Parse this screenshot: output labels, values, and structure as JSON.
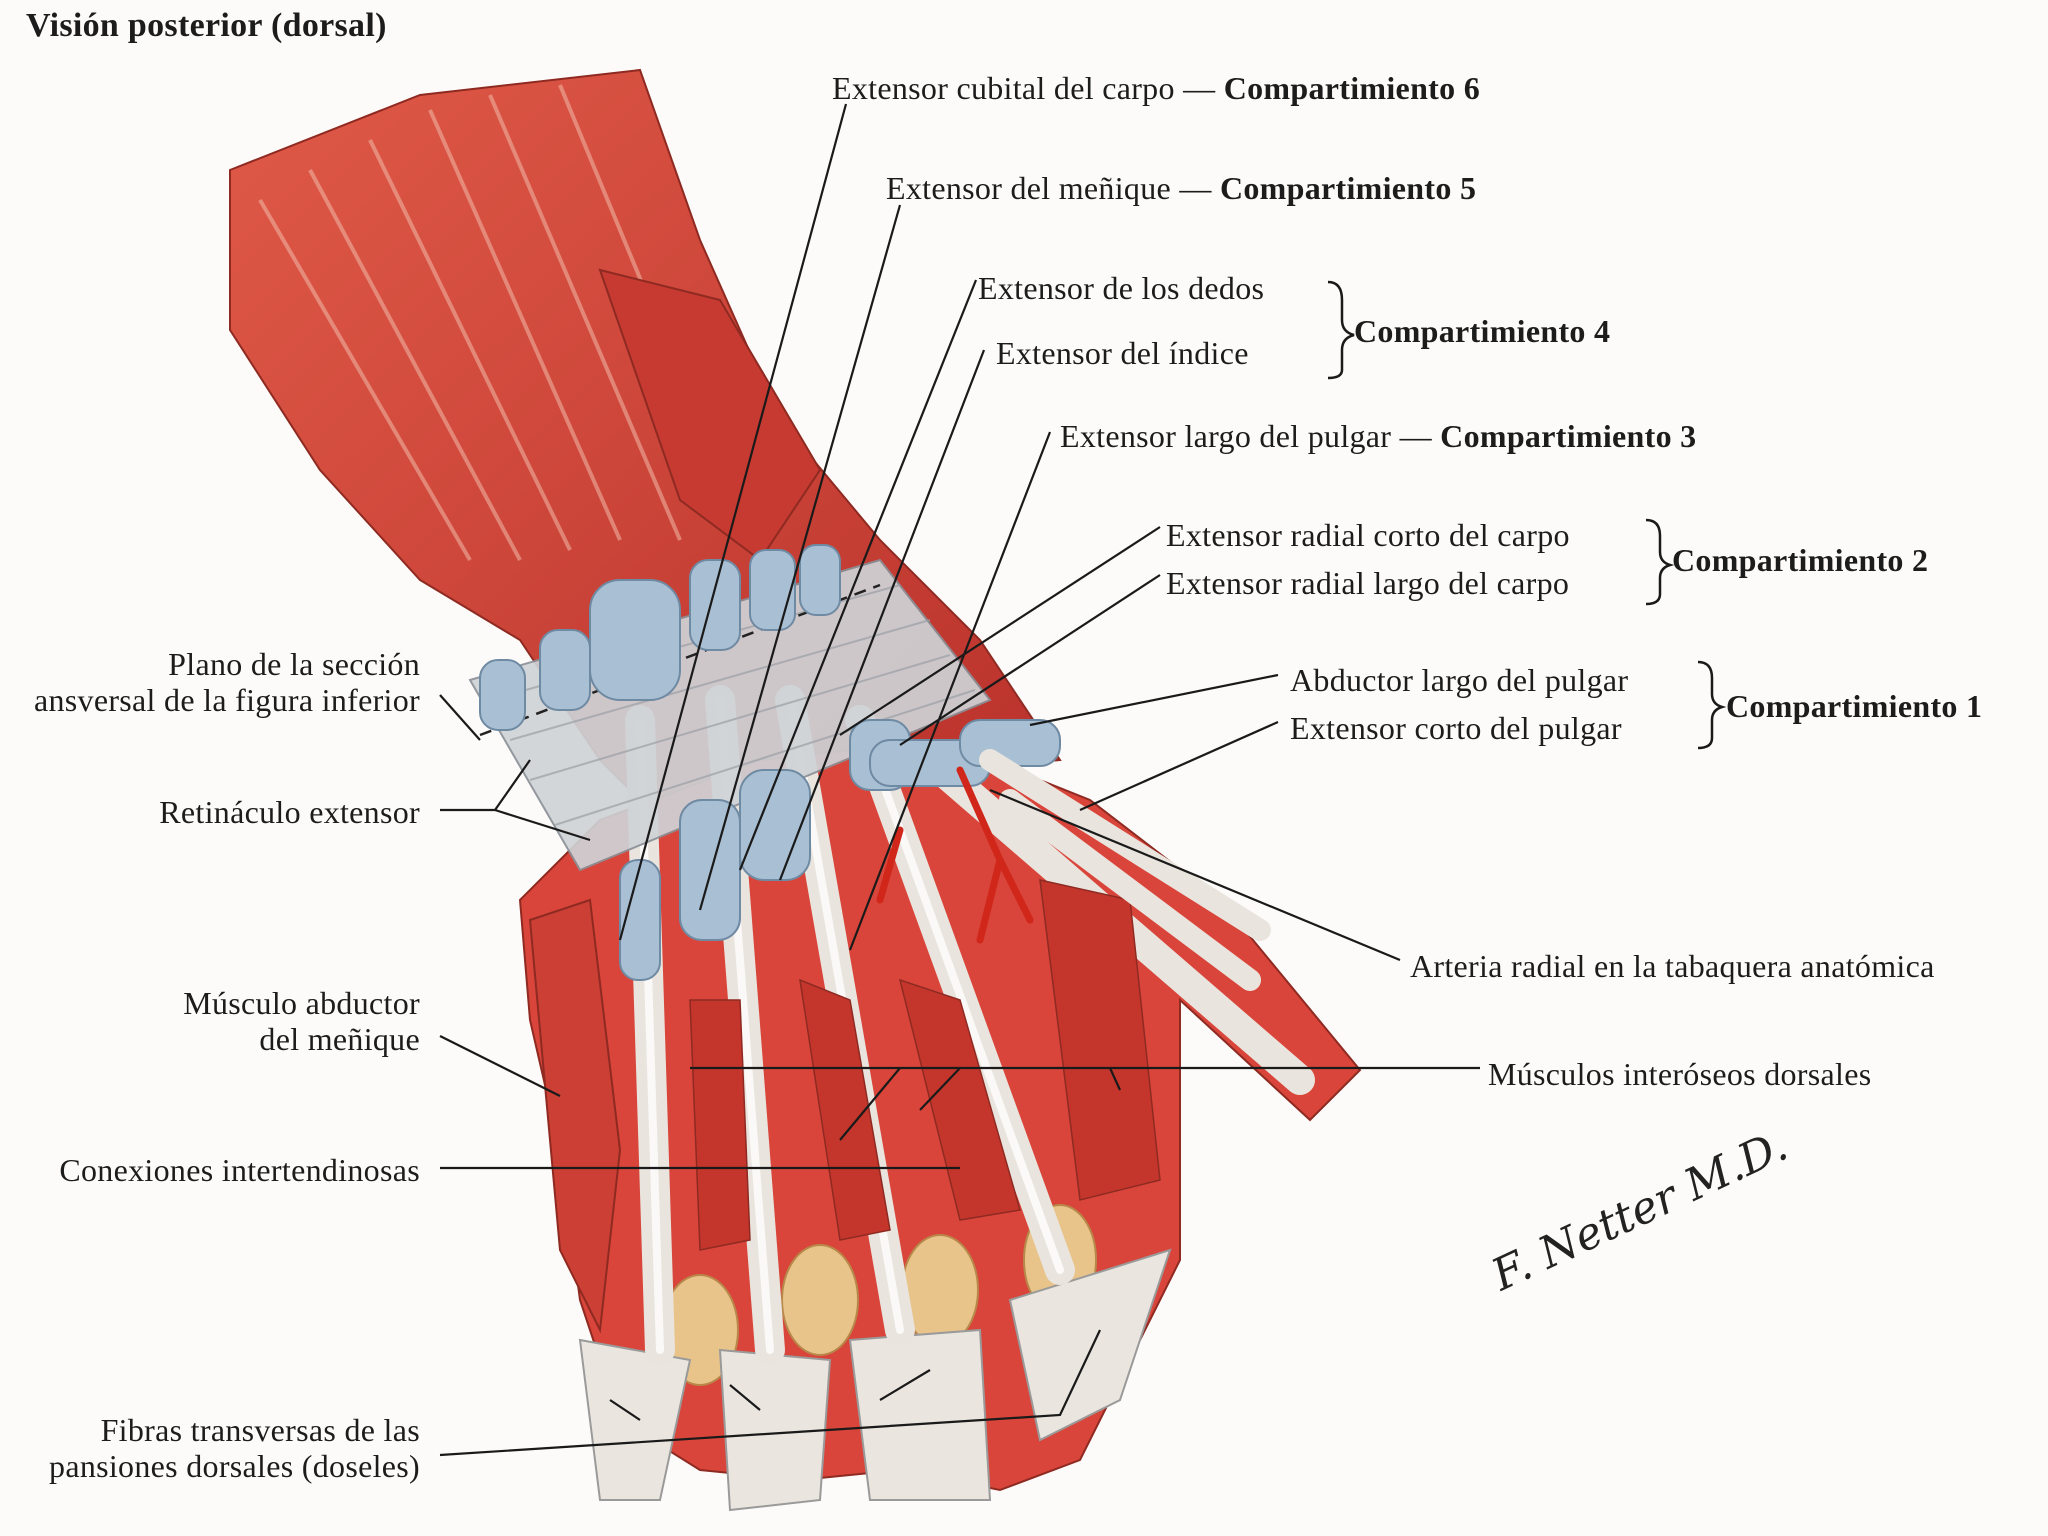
{
  "title": "Visión posterior (dorsal)",
  "labels": {
    "ecu": "Extensor cubital del carpo",
    "comp6": "Compartimiento 6",
    "edm": "Extensor del meñique",
    "comp5": "Compartimiento 5",
    "ed": "Extensor de los dedos",
    "ei": "Extensor del índice",
    "comp4": "Compartimiento 4",
    "epl": "Extensor largo del pulgar",
    "comp3": "Compartimiento 3",
    "ecrb": "Extensor radial corto del carpo",
    "ecrl": "Extensor radial largo del carpo",
    "comp2": "Compartimiento 2",
    "apl": "Abductor largo del pulgar",
    "epb": "Extensor corto del pulgar",
    "comp1": "Compartimiento 1",
    "radial_artery": "Arteria radial en la tabaquera anatómica",
    "interossei": "Músculos interóseos dorsales",
    "section_plane_1": "Plano de la sección",
    "section_plane_2": "ansversal de la figura inferior",
    "retinaculum": "Retináculo extensor",
    "abd_dm_1": "Músculo abductor",
    "abd_dm_2": "del meñique",
    "connections": "Conexiones intertendinosas",
    "fibers_1": "Fibras transversas de las",
    "fibers_2": "pansiones dorsales (doseles)"
  },
  "dash": " — ",
  "signature": "F. Netter M.D.",
  "colors": {
    "muscle": "#d2463c",
    "muscle_dark": "#a8281f",
    "tendon": "#eae6df",
    "sheath": "#a9bfd3",
    "bone": "#e8c48a",
    "artery": "#d1261a"
  }
}
